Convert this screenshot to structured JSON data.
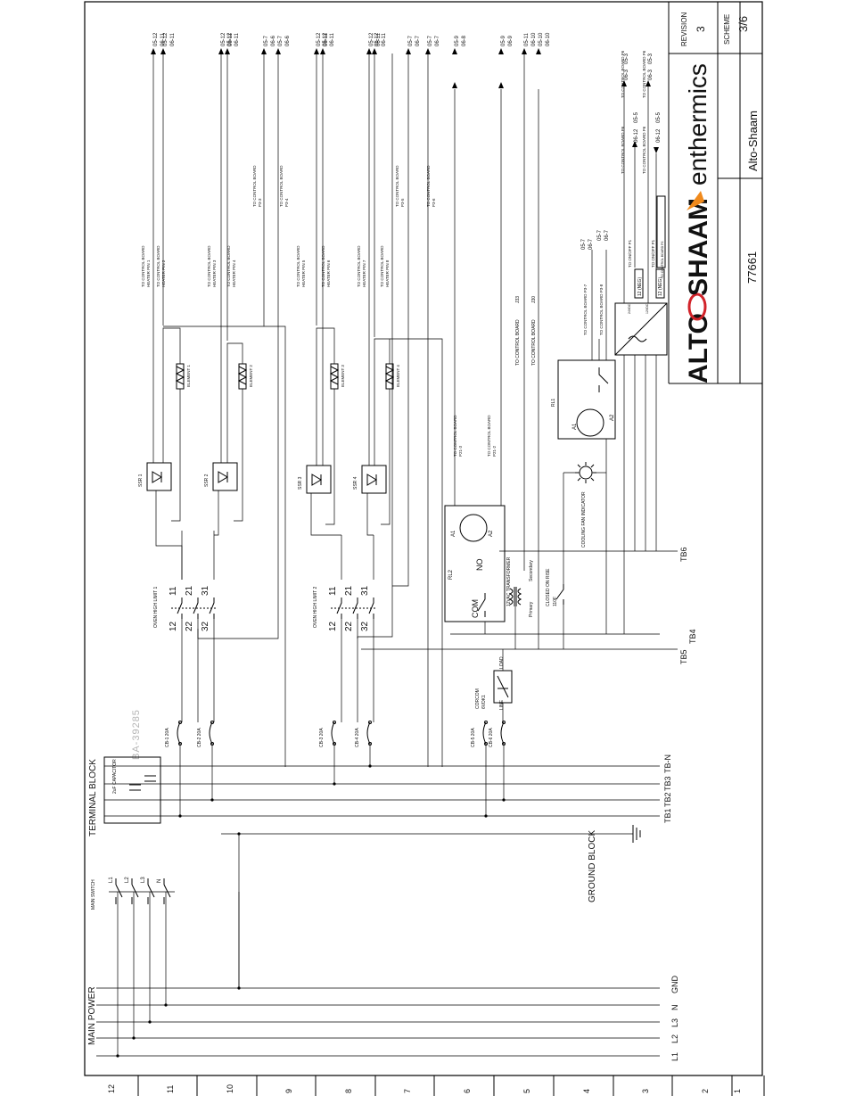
{
  "title_block": {
    "revision_label": "REVISION",
    "revision": "3",
    "scheme_label": "SCHEME",
    "scheme": "3/6",
    "brand_alto": "ALTO",
    "brand_shaam": "SHAAM",
    "brand_enthermics": "enthermics",
    "drawing_number": "77661",
    "company": "Alto-Shaam"
  },
  "watermark": "BA-39285",
  "headings": {
    "main_power": "MAIN POWER",
    "terminal_block": "TERMINAL BLOCK",
    "ground_block": "GROUND BLOCK",
    "main_switch": "MAIN SWITCH",
    "capacitor": "2uF CAPACITOR"
  },
  "power_lines": [
    "L1",
    "L2",
    "L3",
    "N",
    "GND"
  ],
  "switch_labels": [
    "L1",
    "L2",
    "L3",
    "N"
  ],
  "terminals": [
    "TB1",
    "TB2",
    "TB3",
    "TB-N",
    "TB4",
    "TB5",
    "TB6"
  ],
  "breakers": [
    "CB-1 20A",
    "CB-2 20A",
    "CB-3 20A",
    "CB-4 20A",
    "CB-5 20A",
    "CB-6 20A"
  ],
  "high_limits": [
    {
      "label": "OVEN HIGH LIMIT 1",
      "contacts": [
        "11",
        "21",
        "31",
        "12",
        "22",
        "32"
      ]
    },
    {
      "label": "OVEN HIGH LIMIT 2",
      "contacts": [
        "11",
        "21",
        "31",
        "12",
        "22",
        "32"
      ]
    }
  ],
  "ssrs": [
    "SSR 1",
    "SSR 2",
    "SSR 3",
    "SSR 4"
  ],
  "elements": [
    "ELEMENT 1",
    "ELEMENT 2",
    "ELEMENT 3",
    "ELEMENT 4"
  ],
  "heater_pins": [
    {
      "l1": "TO CONTROL BOARD",
      "l2": "HEATER PIN 1"
    },
    {
      "l1": "TO CONTROL BOARD",
      "l2": "HEATER PIN 2"
    },
    {
      "l1": "TO CONTROL BOARD",
      "l2": "HEATER PIN 3"
    },
    {
      "l1": "TO CONTROL BOARD",
      "l2": "HEATER PIN 4"
    },
    {
      "l1": "TO CONTROL BOARD",
      "l2": "HEATER PIN 5"
    },
    {
      "l1": "TO CONTROL BOARD",
      "l2": "HEATER PIN 6"
    },
    {
      "l1": "TO CONTROL BOARD",
      "l2": "HEATER PIN 7"
    },
    {
      "l1": "TO CONTROL BOARD",
      "l2": "HEATER PIN 8"
    }
  ],
  "board_refs": [
    {
      "l1": "TO CONTROL BOARD",
      "l2": "P3-3"
    },
    {
      "l1": "TO CONTROL BOARD",
      "l2": "P3-4"
    },
    {
      "l1": "TO CONTROL BOARD",
      "l2": "P3-5"
    },
    {
      "l1": "TO CONTROL BOARD",
      "l2": "P3-6"
    },
    {
      "l1": "TO CONTROL BOARD",
      "l2": "P21-3"
    },
    {
      "l1": "TO CONTROL BOARD",
      "l2": "P21-2"
    }
  ],
  "top_refs": [
    {
      "a": "05-12",
      "b": "06-11"
    },
    {
      "a": "05-12",
      "b": "06-11"
    },
    {
      "a": "05-12",
      "b": "06-11"
    },
    {
      "a": "05-12",
      "b": "06-11"
    },
    {
      "a": "05-7",
      "b": "06-6"
    },
    {
      "a": "05-7",
      "b": "06-6"
    },
    {
      "a": "05-12",
      "b": "06-11"
    },
    {
      "a": "05-12",
      "b": "06-11"
    },
    {
      "a": "05-12",
      "b": "06-11"
    },
    {
      "a": "05-12",
      "b": "06-11"
    },
    {
      "a": "05-7",
      "b": "06-7"
    },
    {
      "a": "05-7",
      "b": "06-7"
    },
    {
      "a": "05-9",
      "b": "06-8"
    },
    {
      "a": "05-9",
      "b": "06-9"
    },
    {
      "a": "05-11",
      "b": "06-10"
    },
    {
      "a": "05-10",
      "b": "06-10"
    }
  ],
  "relays": {
    "rl2": "RL2",
    "com": "COM",
    "no": "NO",
    "a1": "A1",
    "a2": "A2",
    "rl1": "RL1"
  },
  "transformer": {
    "label": "12VAC TRANSFORMER",
    "primary": "Primary",
    "secondary": "Secondary"
  },
  "thermostat": {
    "l1": "CLOSED ON RISE",
    "l2": "110F"
  },
  "fan_indicator": "COOLING FAN INDICATOR",
  "cordom": {
    "l1": "CORCOM",
    "l2": "6VDK1",
    "line": "LINE",
    "load": "LOAD"
  },
  "j_refs": [
    {
      "l1": "TO CONTROL BOARD",
      "l2": "J33"
    },
    {
      "l1": "TO CONTROL BOARD",
      "l2": "J30"
    }
  ],
  "right_refs": [
    {
      "l1": "TO CONTROL BOARD P3-7",
      "a": "05-7",
      "b": "06-7"
    },
    {
      "l1": "TO CONTROL BOARD P3-8",
      "a": "05-7",
      "b": "06-7"
    },
    {
      "l1": "TO CONTROL BOARD P6",
      "a": "05-5",
      "b": "06-12"
    },
    {
      "l1": "TO CONTROL BOARD P6",
      "a": "05-5",
      "b": "06-12"
    },
    {
      "l1": "TO CONTROL BOARD P6",
      "a": "05-3",
      "b": "06-3"
    },
    {
      "l1": "TO CONTROL BOARD P6",
      "a": "05-3",
      "b": "06-3"
    }
  ],
  "onoff": [
    "TO ON/OFF P1",
    "TO ON/OFF P1"
  ],
  "psu": {
    "vac": "24VDC",
    "vdc": "12VDC",
    "neg1": "12 (NEG)",
    "neg2": "12 (NEG)",
    "pos": "TO CONTROL BOARD P6"
  },
  "ruler": [
    "12",
    "11",
    "10",
    "9",
    "8",
    "7",
    "6",
    "5",
    "4",
    "3",
    "2",
    "1"
  ]
}
